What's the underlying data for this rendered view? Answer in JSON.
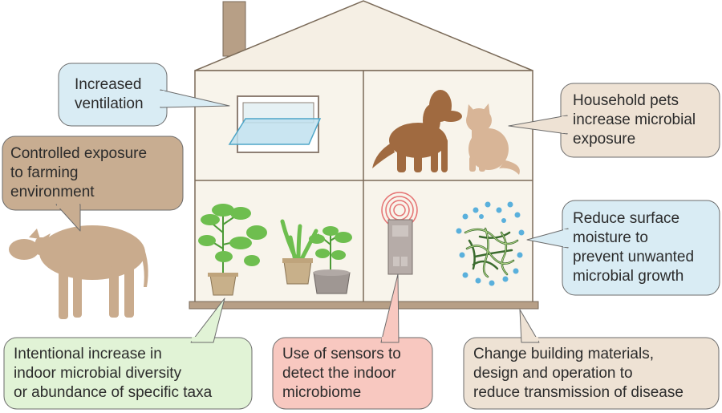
{
  "colors": {
    "roof": "#f5efe4",
    "wall": "#f8f4eb",
    "outline": "#7a6a58",
    "chimney": "#b79f86",
    "floor": "#b79f86",
    "dog": "#a06a40",
    "cat": "#d8b597",
    "cow": "#c9ab8d",
    "plant": "#6ebe4f",
    "pot": "#c8b08a",
    "pot_grey": "#9f9793",
    "sensor": "#b6aca8",
    "signal": "#e57373",
    "water": "#5ab0dc",
    "mould": "#3b6b2e",
    "window_glass": "#bfe0ee",
    "window_frame": "#8e7f74",
    "bubble_blue": "#d9ecf4",
    "bubble_tan": "#c8ad91",
    "bubble_beige": "#eee2d4",
    "bubble_green": "#e1f3d6",
    "bubble_pink": "#f8c8c0",
    "bubble_border": "#6b6b6b"
  },
  "icons": [
    "house",
    "window-icon",
    "dog-icon",
    "cat-icon",
    "cow-icon",
    "plant-icon",
    "sensor-icon",
    "water-droplet-icon",
    "mould-icon"
  ],
  "callouts": {
    "ventilation": "Increased\nventilation",
    "pets": "Household pets\nincrease microbial\nexposure",
    "farming": "Controlled exposure\nto farming\nenvironment",
    "moisture": "Reduce surface\nmoisture to\nprevent unwanted\nmicrobial growth",
    "diversity": "Intentional increase in\nindoor microbial diversity\nor abundance of specific taxa",
    "sensors": "Use of sensors to\ndetect the indoor\nmicrobiome",
    "materials": "Change building materials,\ndesign and operation to\nreduce transmission of disease"
  }
}
